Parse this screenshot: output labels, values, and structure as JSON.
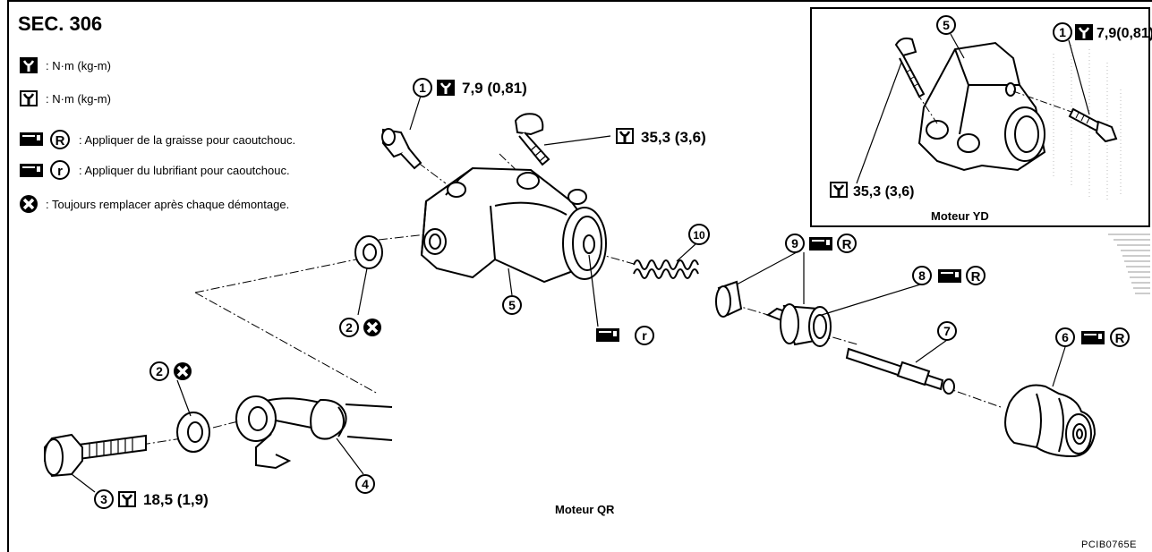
{
  "section": "SEC. 306",
  "legend": [
    {
      "icon": "torque-wrench-icon",
      "text": ": N·m (kg-m)"
    },
    {
      "icon": "torque-wrench-open-icon",
      "text": ": N·m (kg-m)"
    },
    {
      "icon": "grease-gun-icon",
      "symbol": "R",
      "text": ": Appliquer de la graisse pour caoutchouc."
    },
    {
      "icon": "grease-gun-icon",
      "symbol": "r",
      "text": ": Appliquer du lubrifiant pour caoutchouc."
    },
    {
      "icon": "replace-x-icon",
      "text": ": Toujours remplacer après chaque démontage."
    }
  ],
  "callouts": {
    "c1": {
      "num": "1",
      "torque": "7,9 (0,81)"
    },
    "c2a": {
      "num": "2"
    },
    "c2b": {
      "num": "2"
    },
    "c3": {
      "num": "3",
      "torque": "18,5 (1,9)"
    },
    "c4": {
      "num": "4"
    },
    "c5": {
      "num": "5"
    },
    "c6": {
      "num": "6",
      "symbol": "R"
    },
    "c7": {
      "num": "7"
    },
    "c8": {
      "num": "8",
      "symbol": "R"
    },
    "c9": {
      "num": "9",
      "symbol": "R"
    },
    "c10": {
      "num": "10"
    },
    "c_r": {
      "symbol": "r"
    },
    "bolt_torque": "35,3 (3,6)"
  },
  "main_caption": "Moteur QR",
  "inset": {
    "caption": "Moteur YD",
    "c5": "5",
    "c1": "1",
    "torque_top": "7,9(0,81)",
    "torque_bolt": "35,3 (3,6)"
  },
  "reference": "PCIB0765E"
}
